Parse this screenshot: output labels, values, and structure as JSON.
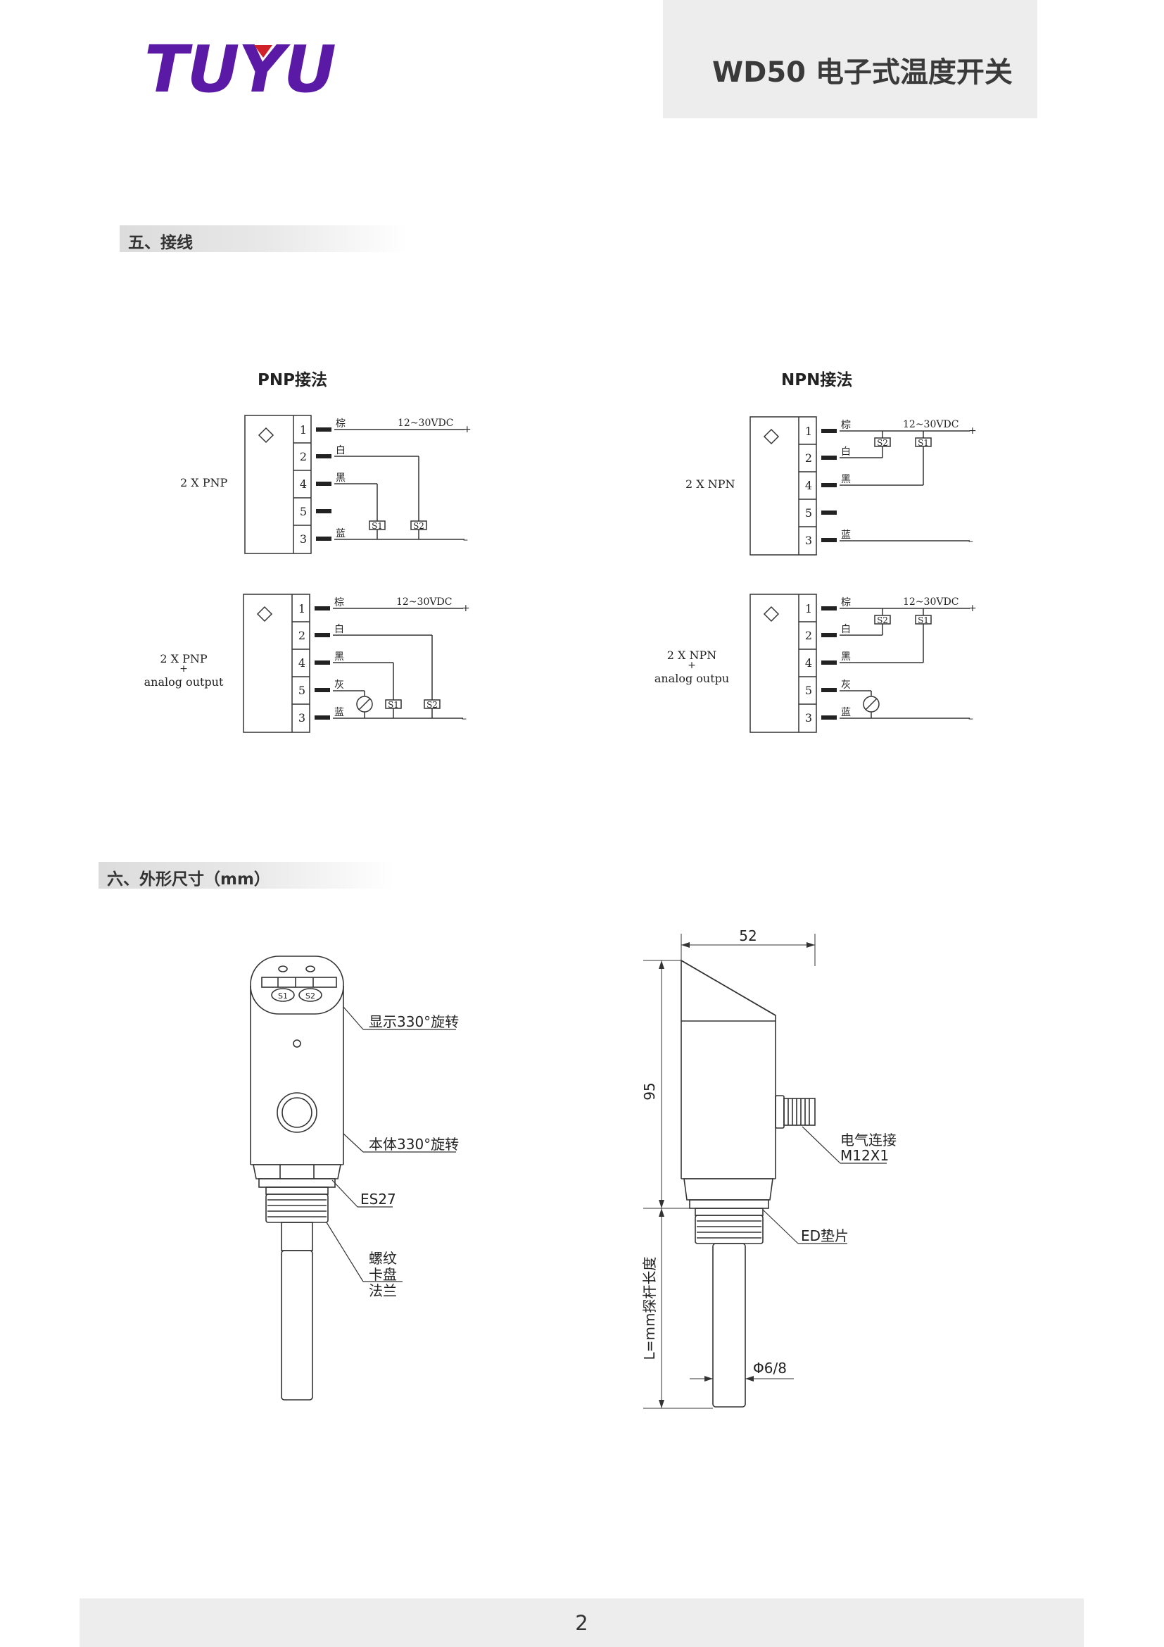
{
  "header": {
    "logo_text": "TUYU",
    "doc_title": "WD50 电子式温度开关",
    "brand_color": "#5a1aa6",
    "accent_color": "#d0202a"
  },
  "section5": {
    "title": "五、接线"
  },
  "section6": {
    "title": "六、外形尺寸（mm）"
  },
  "wiring": {
    "pnp_title": "PNP接法",
    "npn_title": "NPN接法",
    "supply": "12~30VDC",
    "plus": "+",
    "minus": "–",
    "pins": [
      "1",
      "2",
      "4",
      "5",
      "3"
    ],
    "wire_colors": {
      "brown": "棕",
      "white": "白",
      "black": "黑",
      "gray": "灰",
      "blue": "蓝"
    },
    "switch1": "S1",
    "switch2": "S2",
    "pnp_label": "2 X PNP",
    "npn_label": "2 X NPN",
    "pnp_analog_line1": "2 X PNP",
    "pnp_analog_line2": "+",
    "pnp_analog_line3": "analog output",
    "npn_analog_line1": "2 X NPN",
    "npn_analog_line2": "+",
    "npn_analog_line3": "analog outpu"
  },
  "dimensions": {
    "display_rotation": "显示330°旋转",
    "body_rotation": "本体330°旋转",
    "es": "ES27",
    "thread_l1": "螺纹",
    "thread_l2": "卡盘",
    "thread_l3": "法兰",
    "connector_l1": "电气连接",
    "connector_l2": "M12X1",
    "gasket": "ED垫片",
    "width": "52",
    "height": "95",
    "probe_length": "L=mm探杆长度",
    "probe_diameter": "Φ6/8",
    "face_s1": "S1",
    "face_s2": "S2"
  },
  "footer": {
    "page": "2"
  }
}
